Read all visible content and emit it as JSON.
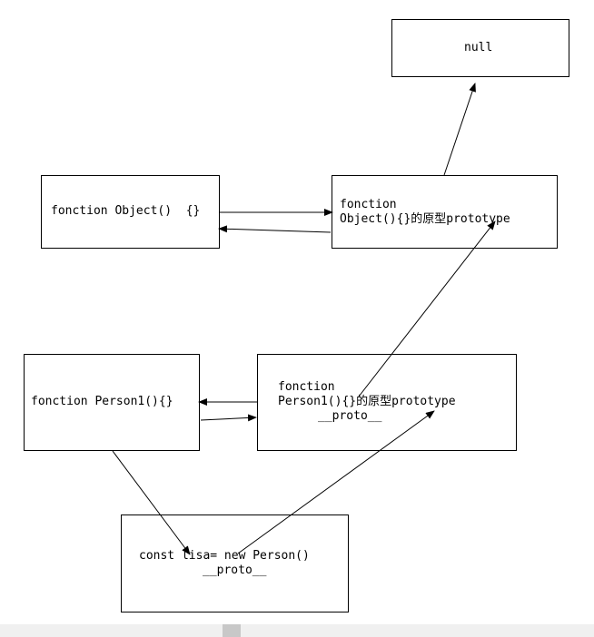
{
  "nodes": {
    "null_box": {
      "line1": "null"
    },
    "object_fn": {
      "line1": "fonction Object()  {}"
    },
    "object_proto": {
      "line1": "fonction",
      "line2": "Object(){}的原型prototype"
    },
    "person_fn": {
      "line1": "fonction Person1(){}"
    },
    "person_proto": {
      "line1": "fonction",
      "line2": "Person1(){}的原型prototype",
      "line3": "__proto__"
    },
    "instance": {
      "line1": "const lisa= new Person()",
      "line2": "__proto__"
    }
  },
  "colors": {
    "stroke": "#000000",
    "background": "#ffffff",
    "bar": "#f0f0f0"
  }
}
